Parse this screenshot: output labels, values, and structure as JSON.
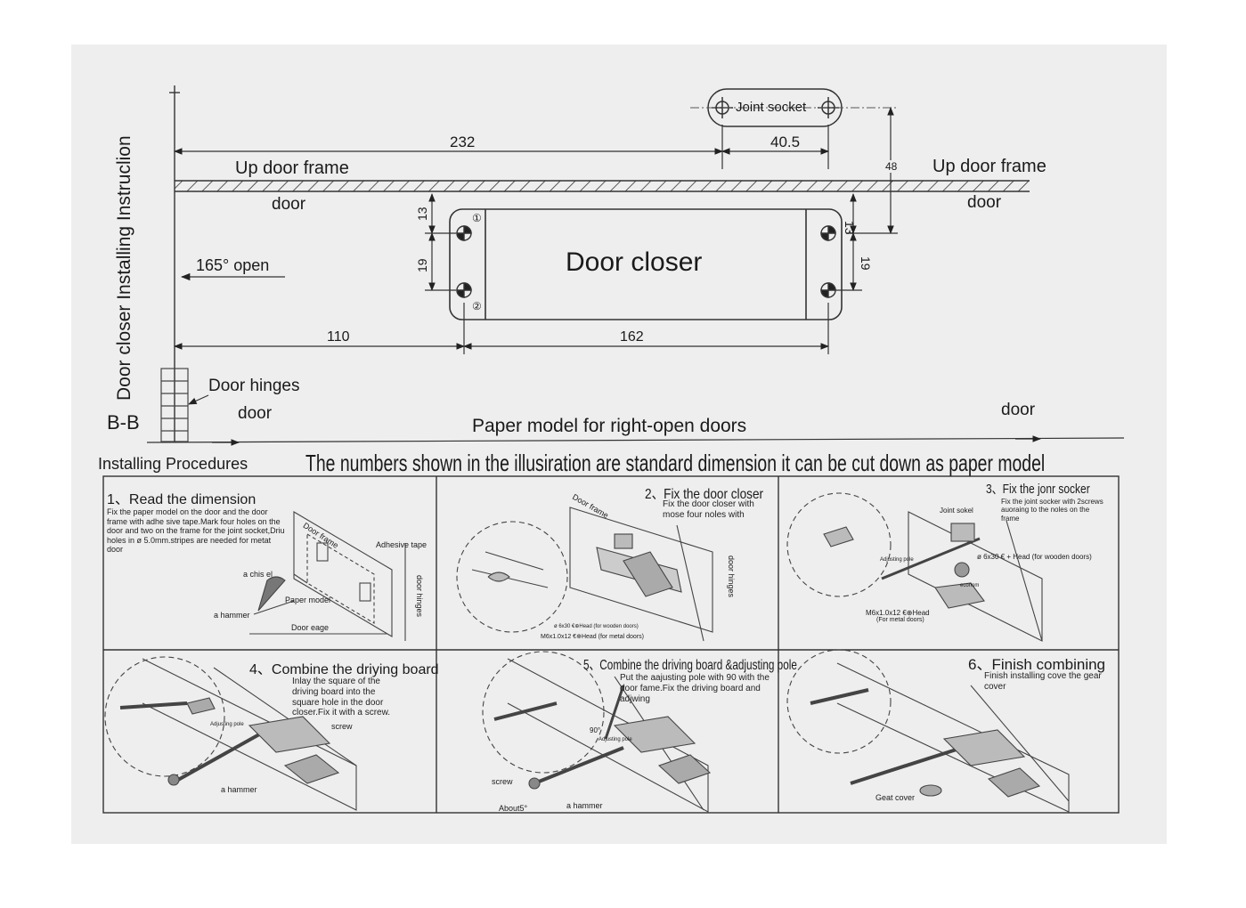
{
  "top_section": {
    "vertical_title": "Door closer Installing Instruclion",
    "section_label": "B-B",
    "joint_socket": "Joint socket",
    "dim_232": "232",
    "dim_40_5": "40.5",
    "dim_48": "48",
    "up_door_frame_left": "Up door frame",
    "up_door_frame_right": "Up door frame",
    "door_left_top": "door",
    "door_right_top": "door",
    "dim_13_left": "13",
    "dim_19_left": "19",
    "dim_13_right": "13",
    "dim_19_right": "19",
    "hole_1": "①",
    "hole_2": "②",
    "door_closer": "Door closer",
    "open_165": "165° open",
    "dim_110": "110",
    "dim_162": "162",
    "door_hinges": "Door hinges",
    "door_left_bottom": "door",
    "door_right_bottom": "door",
    "paper_model": "Paper model for right-open doors"
  },
  "procedures": {
    "heading": "Installing Procedures",
    "banner": "The numbers shown in the illusiration are standard dimension it can be cut down as paper model",
    "steps": [
      {
        "title": "1、Read the dimension",
        "text": "Fix the paper model on the door and the door frame with adhe sive tape.Mark four holes on the door and two on the frame for the joint socket,Driu holes in ø 5.0mm.stripes are needed for metat door",
        "labels": [
          "Door frame",
          "Adhesive tape",
          "a chis el",
          "Paper model",
          "door hinges",
          "a hammer",
          "Door eage"
        ]
      },
      {
        "title": "2、Fix the door closer",
        "text": "Fix the door closer with mose four noles with",
        "labels": [
          "Door frame",
          "door hinges",
          "ø 6x30 €⊕Head (for wooden doors)",
          "M6x1.0x12 €⊕Head (for metal doors)"
        ]
      },
      {
        "title": "3、Fix the jonr socker",
        "text": "Fix the joint socker with 2screws auoraing to the noles on the frame",
        "labels": [
          "Joint sokel",
          "ø 6x30 € + Head (for wooden doors)",
          "Adjusting pole",
          "econom",
          "M6x1.0x12 €⊕Head",
          "(For metal doors)"
        ]
      },
      {
        "title": "4、Combine the driying board",
        "text": "Inlay the square of the driving board into the square hole in the door closer.Fix it with a screw.",
        "labels": [
          "Adjusting pole",
          "screw",
          "a hammer"
        ]
      },
      {
        "title": "5、Combine the driving board &adjusting pole",
        "text": "Put the aajusting pole with 90 with the door fame.Fix the driving board and adjwing",
        "labels": [
          "90°",
          "Adjusting pole",
          "screw",
          "About5°",
          "a hammer"
        ]
      },
      {
        "title": "6、Finish combining",
        "text": "Finish installing cove the gear cover",
        "labels": [
          "Geat cover"
        ]
      }
    ]
  }
}
